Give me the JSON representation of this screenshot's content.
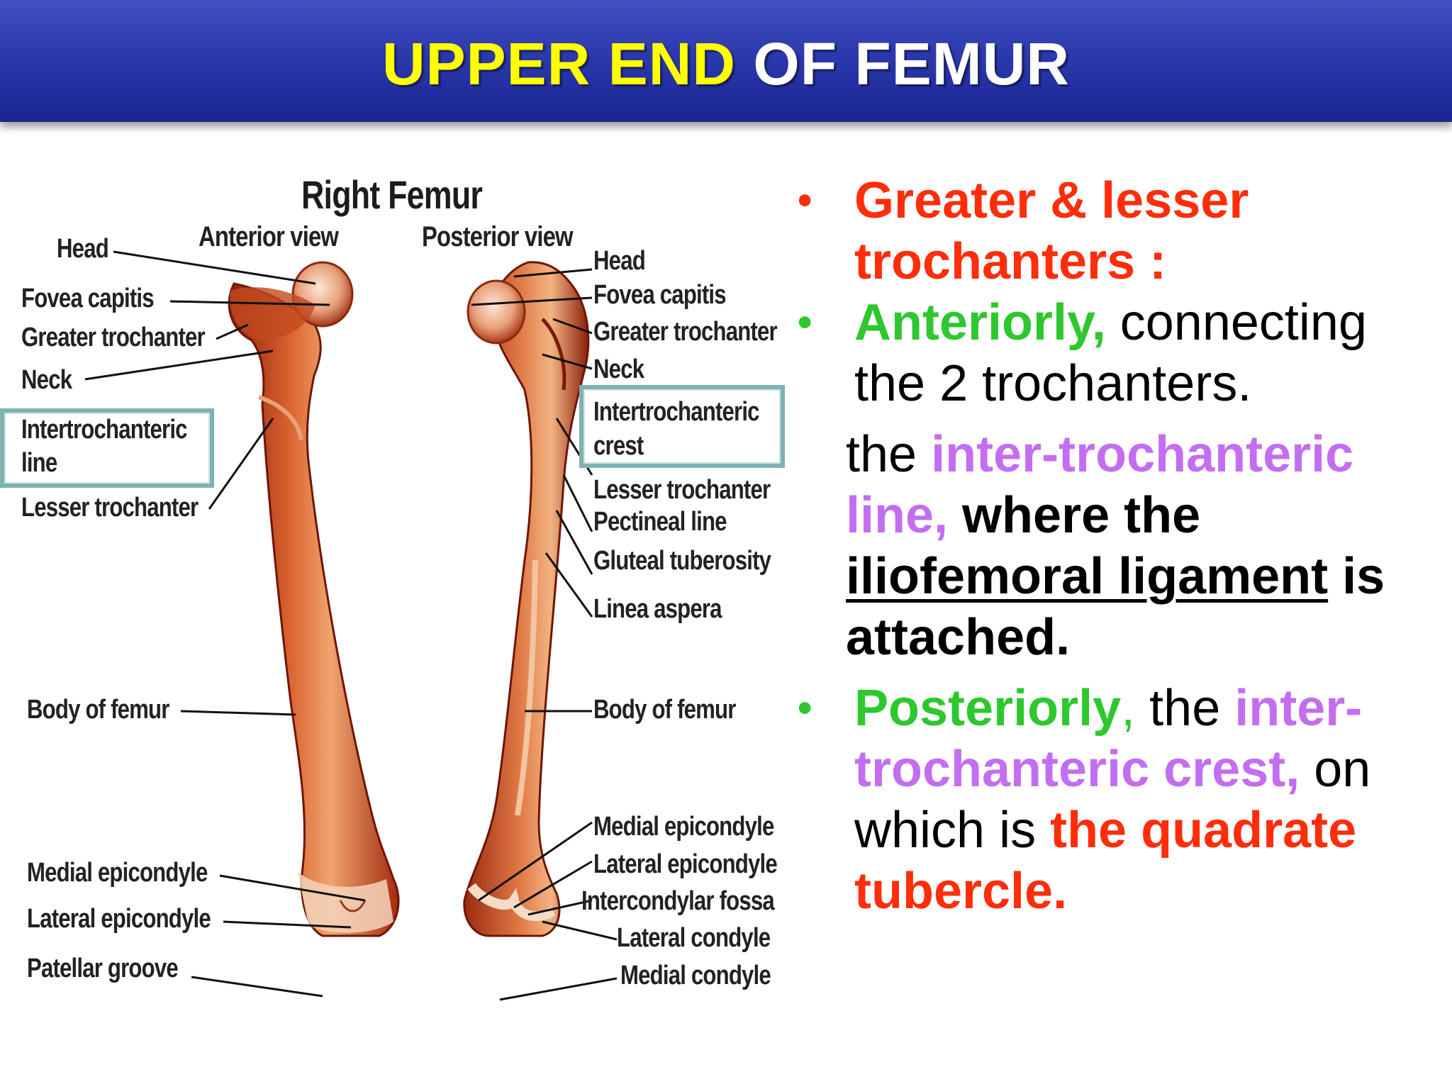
{
  "title": {
    "part1": "UPPER END",
    "part2": " OF FEMUR"
  },
  "colors": {
    "title_bar": "#2c39ae",
    "title_accent": "#ffff00",
    "bone": "#c8401a",
    "highlight_box": "#7fb2b2",
    "red_text": "#ff2d0a",
    "green_text": "#2ec72e",
    "violet_text": "#c36ef0"
  },
  "figure": {
    "heading": "Right Femur",
    "anterior_view": "Anterior view",
    "posterior_view": "Posterior view",
    "anterior_labels": {
      "head": "Head",
      "fovea": "Fovea capitis",
      "greater": "Greater trochanter",
      "neck": "Neck",
      "inter1": "Intertrochanteric",
      "inter2": "line",
      "lesser": "Lesser trochanter",
      "body": "Body of femur",
      "medial_epi": "Medial epicondyle",
      "lateral_epi": "Lateral epicondyle",
      "patellar": "Patellar groove"
    },
    "posterior_labels": {
      "head": "Head",
      "fovea": "Fovea capitis",
      "greater": "Greater trochanter",
      "neck": "Neck",
      "crest1": "Intertrochanteric",
      "crest2": "crest",
      "lesser": "Lesser trochanter",
      "pectineal": "Pectineal line",
      "gluteal": "Gluteal tuberosity",
      "linea": "Linea aspera",
      "body": "Body of femur",
      "medial_epi": "Medial epicondyle",
      "lateral_epi": "Lateral epicondyle",
      "fossa": "Intercondylar fossa",
      "lateral_condyle": "Lateral condyle",
      "medial_condyle": "Medial condyle"
    }
  },
  "bullets": {
    "b1": "Greater & lesser trochanters :",
    "b2_lead": "Anteriorly,",
    "b2_text": " connecting the 2 trochanters.",
    "p_the": "the ",
    "p_line": "inter-trochanteric line,",
    "p_where": " where the ",
    "p_ligament": "iliofemoral ligament",
    "p_attached": " is attached.",
    "b3_lead": "Posteriorly",
    "b3_comma": ", ",
    "b3_the": "the ",
    "b3_crest": "inter-trochanteric crest,",
    "b3_on": " on which is ",
    "b3_tubercle": "the quadrate tubercle."
  }
}
